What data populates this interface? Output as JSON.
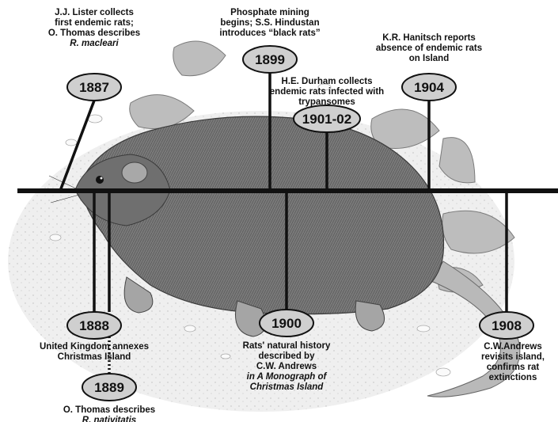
{
  "theme": {
    "line_color": "#111111",
    "oval_fill": "#cfcfcf",
    "illustration_tone": "#8a8a8a"
  },
  "events": [
    {
      "year": "1887",
      "lines": [
        {
          "text": "J.J. Lister collects",
          "italic": false
        },
        {
          "text": "first endemic rats;",
          "italic": false
        },
        {
          "text": "O. Thomas describes",
          "italic": false
        },
        {
          "text": "R. macleari",
          "italic": true
        }
      ]
    },
    {
      "year": "1899",
      "lines": [
        {
          "text": "Phosphate mining",
          "italic": false
        },
        {
          "text": "begins; S.S. Hindustan",
          "italic": false
        },
        {
          "text": "introduces “black rats”",
          "italic": false
        }
      ]
    },
    {
      "year": "1901-02",
      "lines": [
        {
          "text": "H.E. Durham collects",
          "italic": false
        },
        {
          "text": "endemic rats infected with",
          "italic": false
        },
        {
          "text": "trypansomes",
          "italic": false
        }
      ]
    },
    {
      "year": "1904",
      "lines": [
        {
          "text": "K.R. Hanitsch reports",
          "italic": false
        },
        {
          "text": "absence of endemic rats",
          "italic": false
        },
        {
          "text": "on Island",
          "italic": false
        }
      ]
    },
    {
      "year": "1888",
      "lines": [
        {
          "text": "United Kingdom annexes",
          "italic": false
        },
        {
          "text": "Christmas Island",
          "italic": false
        }
      ]
    },
    {
      "year": "1889",
      "lines": [
        {
          "text": "O. Thomas describes",
          "italic": false
        },
        {
          "text": "R. nativitatis",
          "italic": true
        }
      ]
    },
    {
      "year": "1900",
      "lines": [
        {
          "text": "Rats' natural history",
          "italic": false
        },
        {
          "text": "described by",
          "italic": false
        },
        {
          "text": "C.W. Andrews",
          "italic": false
        },
        {
          "text": "in A Monograph of",
          "italic": true
        },
        {
          "text": "Christmas Island",
          "italic": true
        }
      ]
    },
    {
      "year": "1908",
      "lines": [
        {
          "text": "C.W.Andrews",
          "italic": false
        },
        {
          "text": "revisits island,",
          "italic": false
        },
        {
          "text": "confirms rat",
          "italic": false
        },
        {
          "text": "extinctions",
          "italic": false
        }
      ]
    }
  ]
}
